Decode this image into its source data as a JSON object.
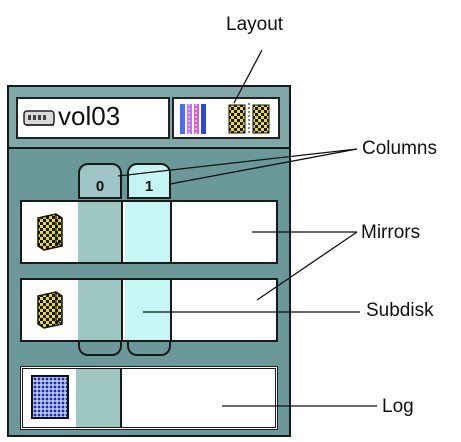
{
  "volume": {
    "name": "vol03",
    "columns": [
      "0",
      "1"
    ]
  },
  "callouts": {
    "layout": "Layout",
    "columns": "Columns",
    "mirrors": "Mirrors",
    "subdisk": "Subdisk",
    "log": "Log"
  },
  "colors": {
    "panel": "#6b9999",
    "subdisk_col0": "#9ec7c4",
    "subdisk_col1": "#c6f6f6",
    "disk_icon": "#e8d800"
  }
}
